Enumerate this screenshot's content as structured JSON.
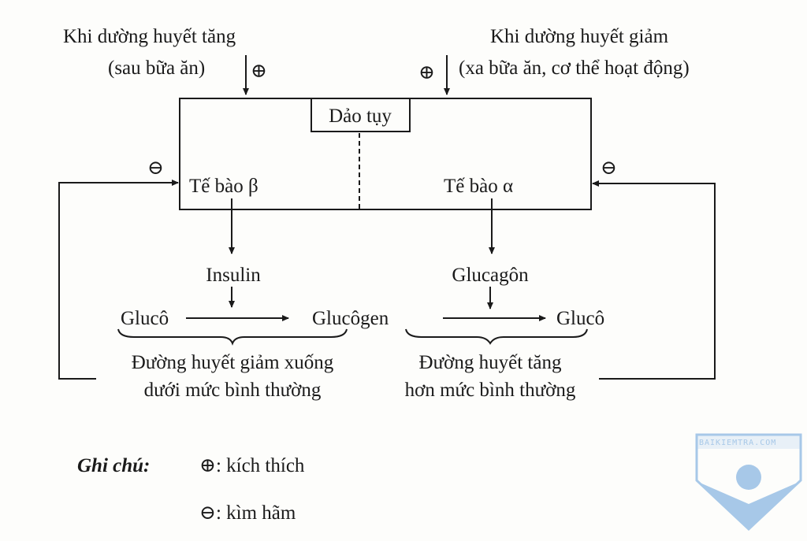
{
  "diagram": {
    "top_left": {
      "line1": "Khi dường huyết tăng",
      "line2": "(sau bữa ăn)",
      "sign": "⊕"
    },
    "top_right": {
      "line1": "Khi dường huyết giảm",
      "line2": "(xa bữa ăn, cơ thể hoạt động)",
      "sign": "⊕"
    },
    "organ": "Dảo tụy",
    "beta_cell": "Tế bào β",
    "alpha_cell": "Tế bào α",
    "left_feedback_sign": "⊖",
    "right_feedback_sign": "⊖",
    "insulin": "Insulin",
    "glucagon": "Glucagôn",
    "glucose_left": "Glucô",
    "glycogen": "Glucôgen",
    "glucose_right": "Glucô",
    "left_result": {
      "line1": "Đường huyết giảm xuống",
      "line2": "dưới mức bình thường"
    },
    "right_result": {
      "line1": "Đường huyết tăng",
      "line2": "hơn mức bình thường"
    }
  },
  "legend": {
    "title": "Ghi chú:",
    "stimulate": "⊕: kích thích",
    "inhibit": "⊖: kìm hãm"
  },
  "watermark": {
    "text": "BAIKIEMTRA.COM",
    "color": "#9ec3e6"
  }
}
